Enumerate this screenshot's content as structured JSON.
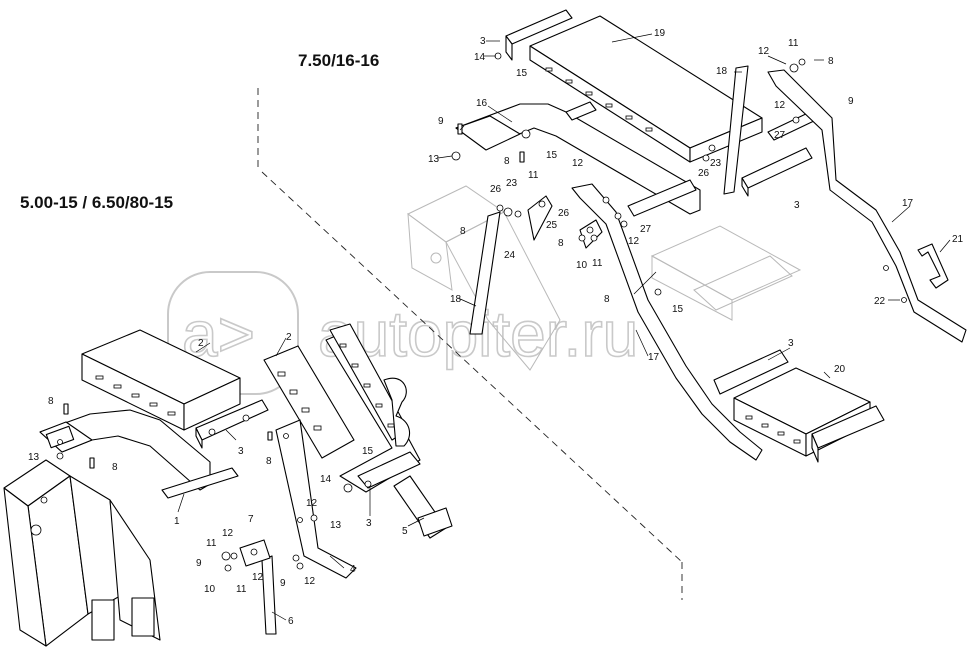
{
  "titles": {
    "left": "5.00-15  /  6.50/80-15",
    "right": "7.50/16-16"
  },
  "watermark": {
    "text": "autopiter.ru",
    "logo": "a>"
  },
  "callouts": {
    "r19": "19",
    "r3a": "3",
    "r14a": "14",
    "r15a": "15",
    "r18a": "18",
    "r12a": "12",
    "r11a": "11",
    "r8a": "8",
    "r12b": "12",
    "r9a": "9",
    "r16": "16",
    "r9b": "9",
    "r13a": "13",
    "r8b": "8",
    "r15b": "15",
    "r27a": "27",
    "r23a": "23",
    "r26a": "26",
    "r3b": "3",
    "r11b": "11",
    "r12c": "12",
    "r26b": "26",
    "r23b": "23",
    "r8c": "8",
    "r25": "25",
    "r26c": "26",
    "r27b": "27",
    "r8d": "8",
    "r12d": "12",
    "r24": "24",
    "r10a": "10",
    "r11c": "11",
    "r17a": "17",
    "r21": "21",
    "r22": "22",
    "r18b": "18",
    "r8e": "8",
    "r15c": "15",
    "r17b": "17",
    "r3c": "3",
    "r20": "20",
    "l2a": "2",
    "l2b": "2",
    "l8a": "8",
    "l13a": "13",
    "l8b": "8",
    "l3a": "3",
    "l1": "1",
    "l8c": "8",
    "l15": "15",
    "l14": "14",
    "l3b": "3",
    "l5": "5",
    "l12a": "12",
    "l13b": "13",
    "l7": "7",
    "l12b": "12",
    "l11a": "11",
    "l9a": "9",
    "l10": "10",
    "l11b": "11",
    "l12c": "12",
    "l4": "4",
    "l9b": "9",
    "l12d": "12",
    "l6": "6"
  },
  "colors": {
    "line": "#000000",
    "ghost": "#b9b9b9",
    "watermark": "#c9c9c9"
  }
}
